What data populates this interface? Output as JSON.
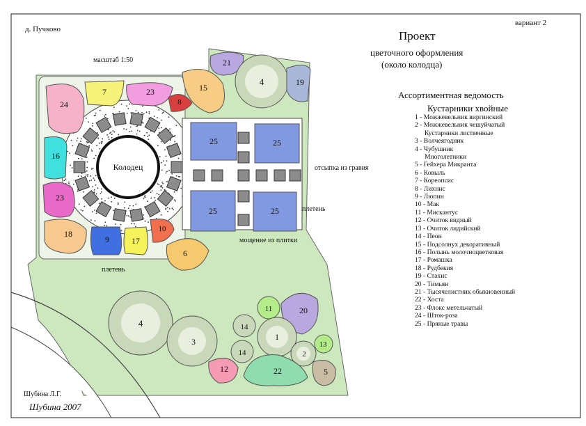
{
  "header": {
    "village": "д. Пучково",
    "variant": "вариант 2",
    "scale": "масштаб 1:50",
    "title": "Проект",
    "subtitle1": "цветочного оформления",
    "subtitle2": "(около колодца)"
  },
  "plan_labels": {
    "well": "Колодец",
    "gravel": "отсыпка из гравия",
    "fence_right": "плетень",
    "fence_left": "плетень",
    "paving": "мощение из плитки"
  },
  "beds": [
    {
      "n": "21",
      "color": "#b9a8e0"
    },
    {
      "n": "4",
      "color": "#c9d8b8"
    },
    {
      "n": "19",
      "color": "#a9b8d8"
    },
    {
      "n": "15",
      "color": "#f7cc85"
    },
    {
      "n": "7",
      "color": "#f7f27a"
    },
    {
      "n": "23",
      "color": "#f29de0"
    },
    {
      "n": "8",
      "color": "#d84040"
    },
    {
      "n": "24",
      "color": "#f5b2c8"
    },
    {
      "n": "16",
      "color": "#3fe0de"
    },
    {
      "n": "23",
      "color": "#e869c8"
    },
    {
      "n": "18",
      "color": "#f7c98e"
    },
    {
      "n": "9",
      "color": "#3f6fe0"
    },
    {
      "n": "17",
      "color": "#f5f25a"
    },
    {
      "n": "10",
      "color": "#f06f4f"
    },
    {
      "n": "6",
      "color": "#f7c96f"
    },
    {
      "n": "25",
      "color": "#8099e0"
    },
    {
      "n": "25",
      "color": "#8099e0"
    },
    {
      "n": "25",
      "color": "#8099e0"
    },
    {
      "n": "25",
      "color": "#8099e0"
    },
    {
      "n": "4",
      "color": "#c9d8b8"
    },
    {
      "n": "3",
      "color": "#c9d8b8"
    },
    {
      "n": "11",
      "color": "#b4ec8a"
    },
    {
      "n": "20",
      "color": "#b9a8e0"
    },
    {
      "n": "14",
      "color": "#c9d8b8"
    },
    {
      "n": "1",
      "color": "#c9d8b8"
    },
    {
      "n": "14",
      "color": "#c9d8b8"
    },
    {
      "n": "13",
      "color": "#b4ec8a"
    },
    {
      "n": "2",
      "color": "#c9d8b8"
    },
    {
      "n": "12",
      "color": "#f59bb4"
    },
    {
      "n": "22",
      "color": "#8fdcae"
    },
    {
      "n": "5",
      "color": "#c8bca5"
    }
  ],
  "legend": {
    "heading": "Ассортиментная ведомость",
    "subheading": "Кустарники хвойные",
    "items": [
      "1 - Можжевельник виргинский",
      "2 - Можжевельник чешуйчатый",
      "Кустарники лиственные",
      "3 - Волчеягодник",
      "4 - Чубушник",
      "Многолетники",
      "5 - Гейхера Микранта",
      "6 - Ковыль",
      "7 - Кореопсис",
      "8 - Лихнис",
      "9 - Люпин",
      "10 - Мак",
      "11 - Мискантус",
      "12 - Очиток видный",
      "13 - Очиток лидийский",
      "14 - Пеон",
      "15 - Подсолнух декоративный",
      "16 - Полынь молочноцветковая",
      "17 - Ромашка",
      "18 - Рудбекия",
      "19 - Стахис",
      "20 - Тимьян",
      "21 - Тысячелистник обыкновенный",
      "22 - Хоста",
      "23 - Флокс метельчатый",
      "24 - Шток-роза",
      "25 - Пряные травы"
    ]
  },
  "footer": {
    "author": "Шубина Л.Г.",
    "signature": "Шубина 2007"
  },
  "colors": {
    "lawn": "#cde8bf",
    "shrub": "#c9d8b8",
    "tile": "#8c8c8c",
    "frame": "#333333"
  }
}
